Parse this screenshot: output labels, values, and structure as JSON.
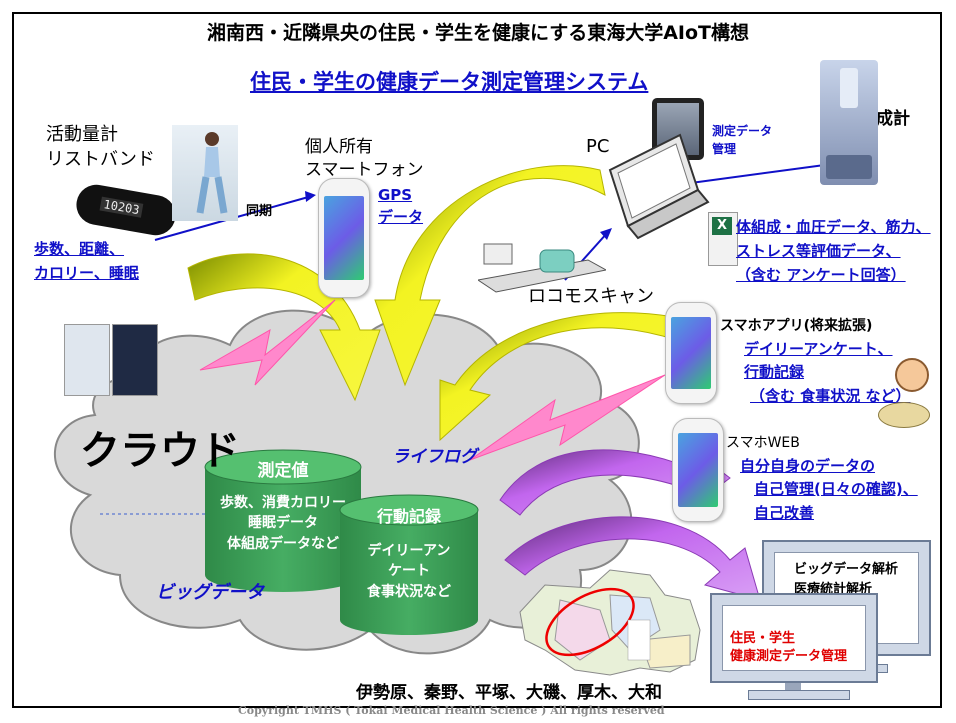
{
  "title": "湘南西・近隣県央の住民・学生を健康にする東海大学AIoT構想",
  "subtitle": "住民・学生の健康データ測定管理システム",
  "devices": {
    "wristband_label_1": "活動量計",
    "wristband_label_2": "リストバンド",
    "wristband_screen": "10203",
    "wristband_data_1": "歩数、距離、",
    "wristband_data_2": "カロリー、睡眠",
    "sync": "同期",
    "phone_label_1": "個人所有",
    "phone_label_2": "スマートフォン",
    "gps_1": "GPS",
    "gps_2": "データ",
    "pc": "PC",
    "measure_mgmt_1": "測定データ",
    "measure_mgmt_2": "管理",
    "body_comp": "体組成計",
    "excel_1": "体組成・血圧データ、筋力、",
    "excel_2": "ストレス等評価データ、",
    "excel_3": "（含む アンケート回答）",
    "locomo": "ロコモスキャン",
    "app_label": "スマホアプリ(将来拡張)",
    "app_1": "デイリーアンケート、",
    "app_2": "行動記録",
    "app_3": "（含む 食事状況 など）",
    "web_label": "スマホWEB",
    "web_1": "自分自身のデータの",
    "web_2": "自己管理(日々の確認)、",
    "web_3": "自己改善"
  },
  "cloud": {
    "label": "クラウド",
    "lifelog": "ライフログ",
    "bigdata": "ビッグデータ",
    "db1_title": "測定値",
    "db1_1": "歩数、消費カロリー",
    "db1_2": "睡眠データ",
    "db1_3": "体組成データなど",
    "db2_title": "行動記録",
    "db2_1": "デイリーアン",
    "db2_2": "ケート",
    "db2_3": "食事状況など"
  },
  "monitors": {
    "back_1": "ビッグデータ解析",
    "back_2": "医療統計解析",
    "front_1": "住民・学生",
    "front_2": "健康測定データ管理"
  },
  "map_cities": "伊勢原、秦野、平塚、大磯、厚木、大和",
  "copyright": "Copyright TMHS ( Tokai Medical Health Science ) All rights reserved",
  "colors": {
    "link": "#1010c8",
    "db_green": "#3a9a55",
    "yellow_arrow": "#f0f01e",
    "purple_arrow": "#b85be0",
    "pink_bolt": "#ff88cc",
    "cloud": "#d9d9d9",
    "front_monitor_text": "#e00000"
  },
  "icons": [
    "wristband-icon",
    "walking-person-icon",
    "smartphone-icon",
    "tablet-icon",
    "laptop-icon",
    "body-composition-scale-icon",
    "excel-icon",
    "locomo-scanner-icon",
    "app-screenshot-icon",
    "meal-icon",
    "person-icon",
    "map-icon",
    "monitor-icon"
  ]
}
